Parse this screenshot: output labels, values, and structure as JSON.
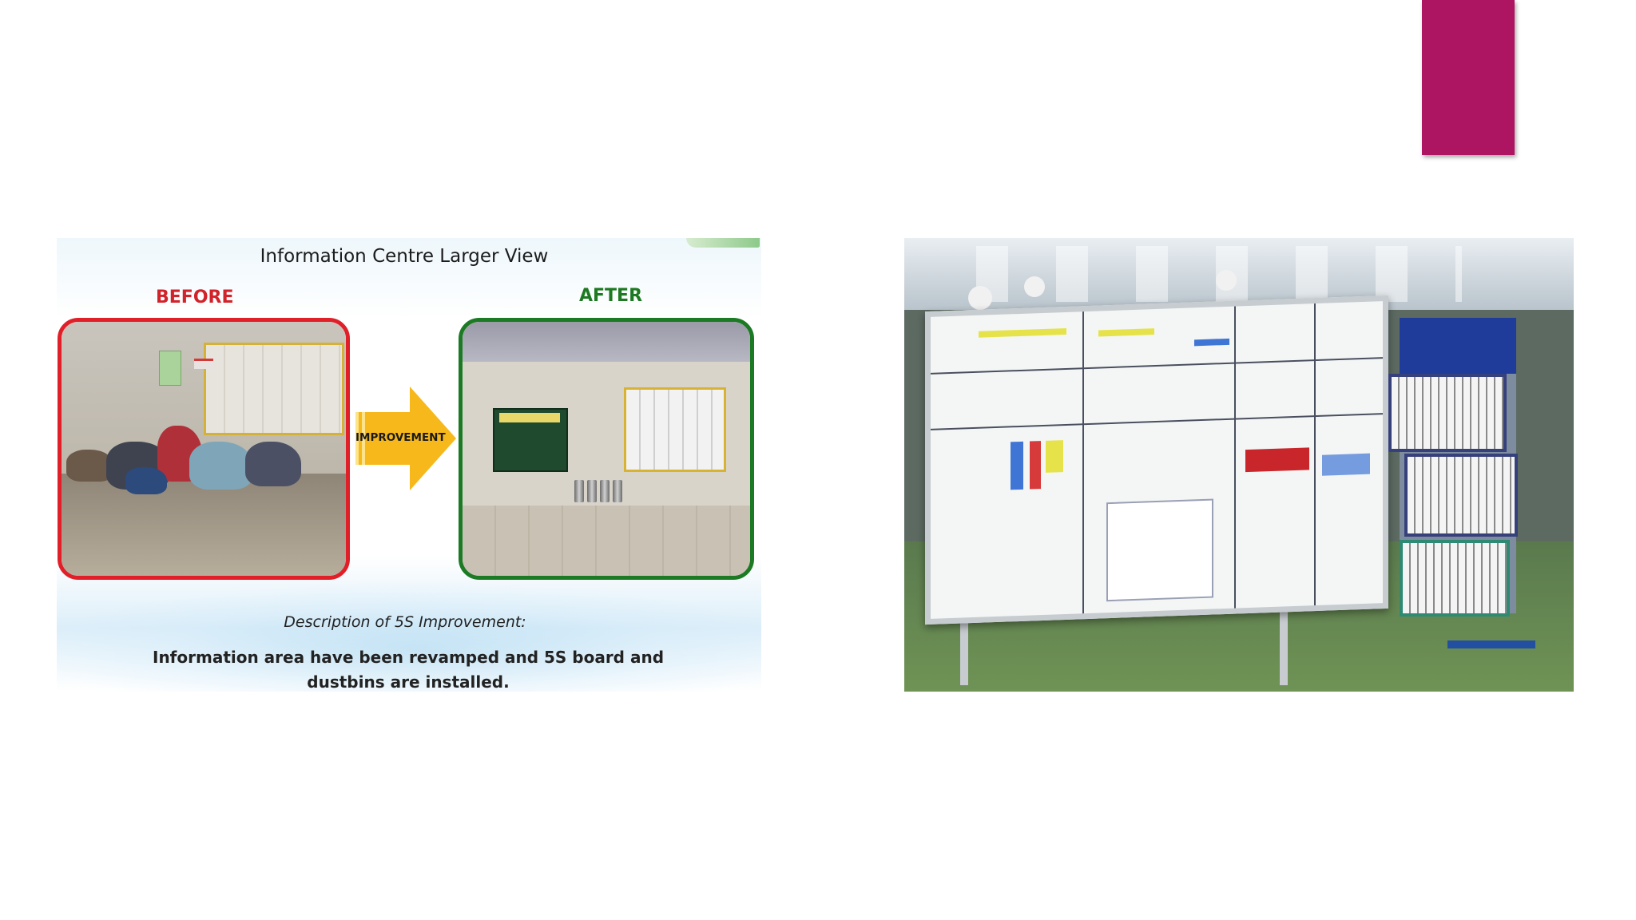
{
  "slide": {
    "accent_color": "#ad1562"
  },
  "before_after": {
    "title": "Information Centre Larger View",
    "before_label": "BEFORE",
    "after_label": "AFTER",
    "arrow_label": "IMPROVEMENT",
    "before_color": "#e01f29",
    "after_color": "#1b7a23",
    "arrow_color": "#f7b81c",
    "description_title": "Description of 5S Improvement:",
    "description_text": "Information area have been revamped and 5S board and dustbins are installed."
  },
  "factory_photo": {
    "subject": "factory-visual-management-board"
  }
}
